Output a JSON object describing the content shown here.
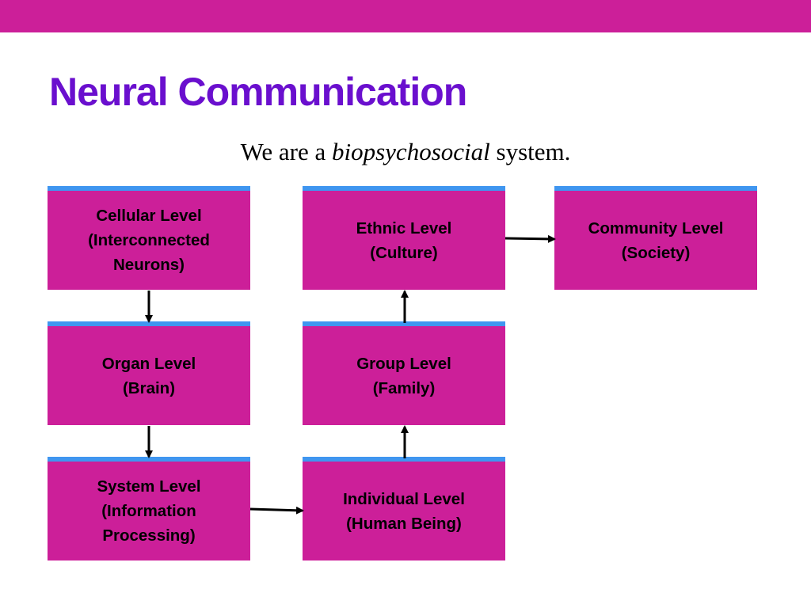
{
  "colors": {
    "accent_bar": "#cc1f99",
    "box_fill": "#cc1f99",
    "box_top_stripe": "#3f96f0",
    "title": "#6a0fce",
    "arrow": "#000000"
  },
  "title": "Neural Communication",
  "subtitle": {
    "before": "We are a ",
    "emphasis": "biopsychosocial",
    "after": " system."
  },
  "levels": {
    "cellular": {
      "line1": "Cellular Level",
      "line2": "(Interconnected",
      "line3": "Neurons)"
    },
    "organ": {
      "line1": "Organ Level",
      "line2": "(Brain)"
    },
    "system": {
      "line1": "System Level",
      "line2": "(Information",
      "line3": "Processing)"
    },
    "individual": {
      "line1": "Individual Level",
      "line2": "(Human Being)"
    },
    "group": {
      "line1": "Group Level",
      "line2": "(Family)"
    },
    "ethnic": {
      "line1": "Ethnic Level",
      "line2": "(Culture)"
    },
    "community": {
      "line1": "Community Level",
      "line2": "(Society)"
    }
  },
  "flow": [
    [
      "cellular",
      "organ"
    ],
    [
      "organ",
      "system"
    ],
    [
      "system",
      "individual"
    ],
    [
      "individual",
      "group"
    ],
    [
      "group",
      "ethnic"
    ],
    [
      "ethnic",
      "community"
    ]
  ]
}
